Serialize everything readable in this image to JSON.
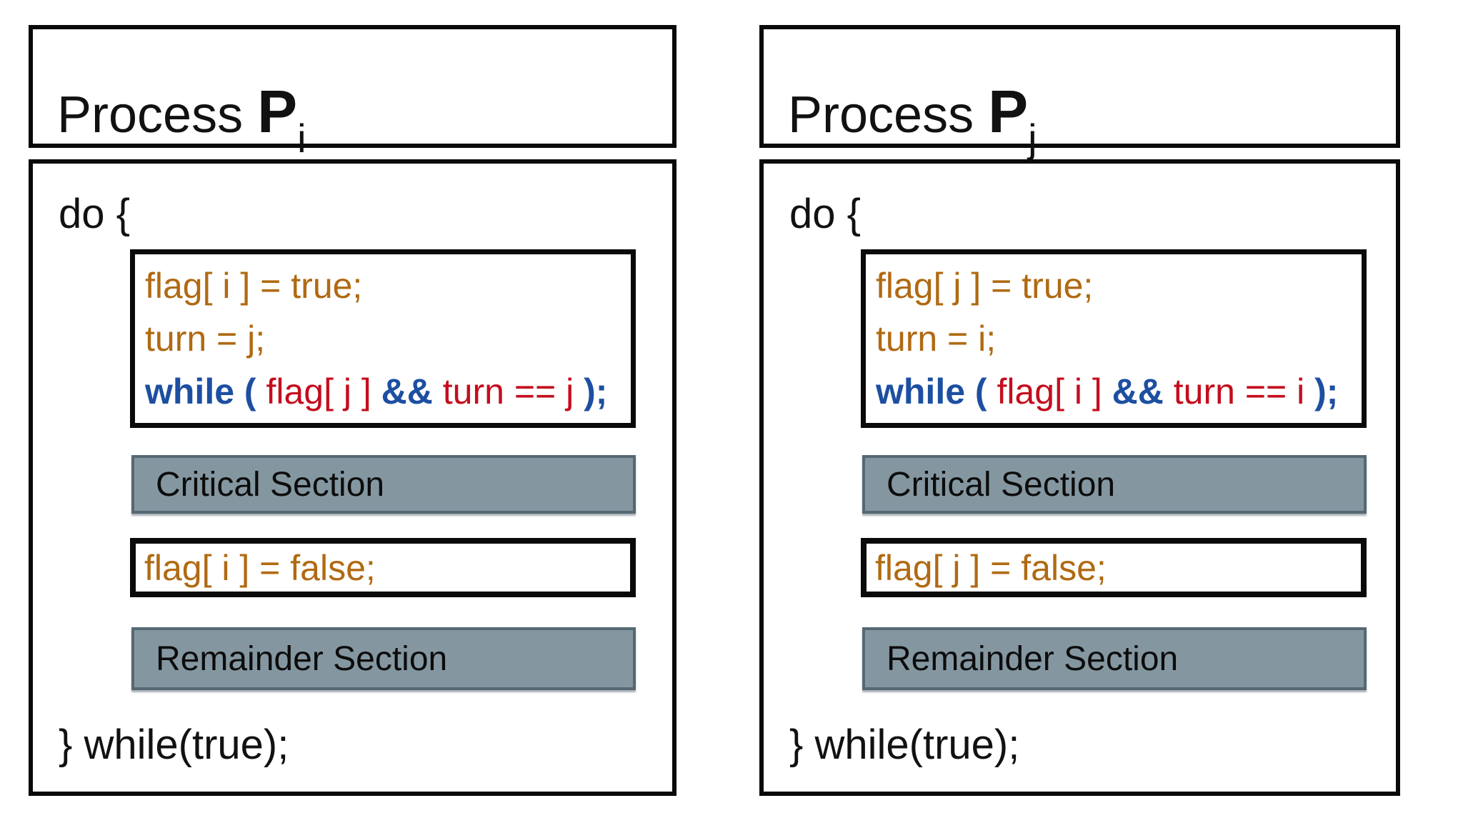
{
  "colors": {
    "box_border": "#0a0a0a",
    "assignment_text": "#b06a12",
    "keyword_text": "#1d4fa1",
    "condition_text": "#c40d1e",
    "section_fill": "#8497a1",
    "section_border": "#566873",
    "background": "#ffffff",
    "text": "#111111"
  },
  "panels": [
    {
      "title_prefix": "Process ",
      "title_symbol": "P",
      "title_subscript": "i",
      "do_open": "do {",
      "code": {
        "line1": "flag[ i ] = true;",
        "line2": "turn = j;",
        "while_kw1": "while ( ",
        "while_cond1": "flag[ j ] ",
        "while_kw2": "&& ",
        "while_cond2": "turn == j ",
        "while_kw3": ");"
      },
      "critical_section": "Critical Section",
      "exit_line": "flag[ i ] = false;",
      "remainder_section": "Remainder Section",
      "do_close": "} while(true);"
    },
    {
      "title_prefix": "Process ",
      "title_symbol": "P",
      "title_subscript": "j",
      "do_open": "do {",
      "code": {
        "line1": "flag[ j ] = true;",
        "line2": "turn = i;",
        "while_kw1": "while ( ",
        "while_cond1": "flag[ i ] ",
        "while_kw2": "&& ",
        "while_cond2": "turn == i ",
        "while_kw3": ");"
      },
      "critical_section": "Critical Section",
      "exit_line": "flag[ j ] = false;",
      "remainder_section": "Remainder Section",
      "do_close": "} while(true);"
    }
  ]
}
